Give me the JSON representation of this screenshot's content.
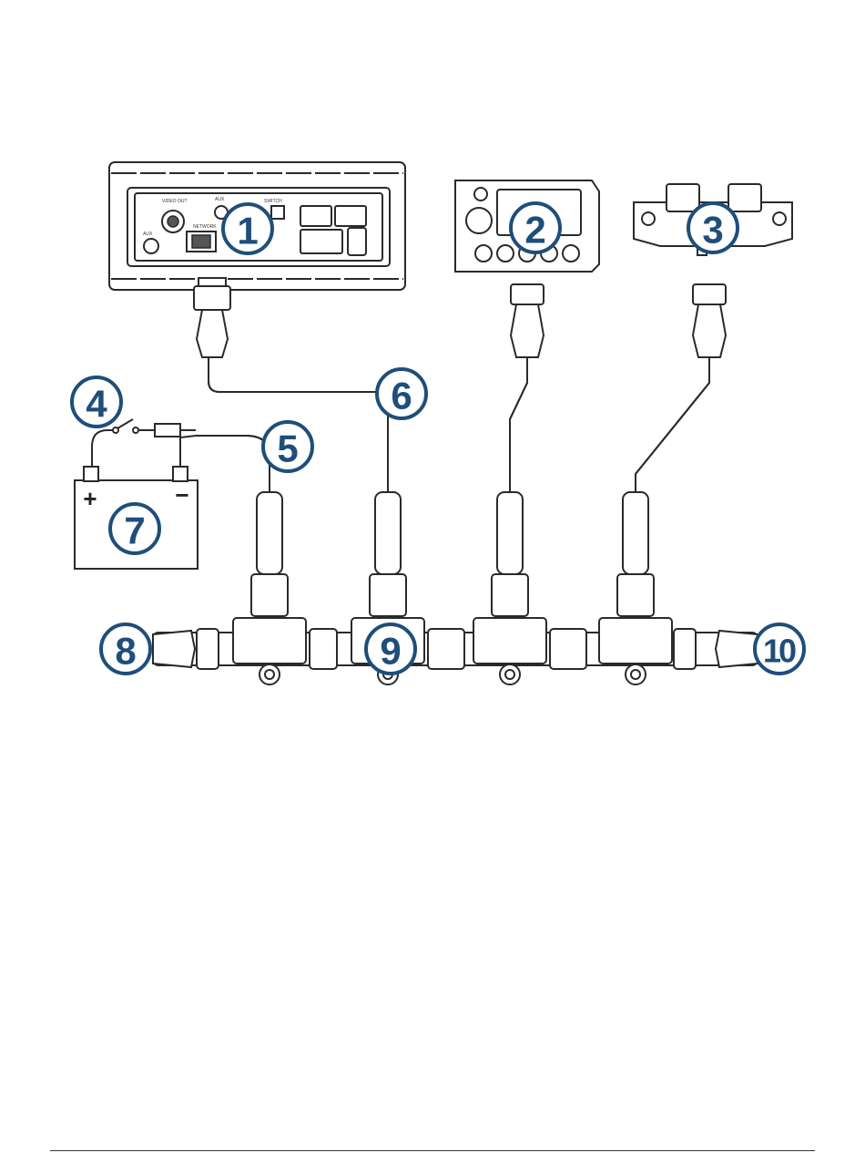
{
  "callouts": [
    "1",
    "2",
    "3",
    "4",
    "5",
    "6",
    "7",
    "8",
    "9",
    "10"
  ],
  "battery": {
    "positive_symbol": "+",
    "negative_symbol": "−"
  },
  "colors": {
    "callout": "#1f4e79",
    "line": "#2a2a2a"
  }
}
